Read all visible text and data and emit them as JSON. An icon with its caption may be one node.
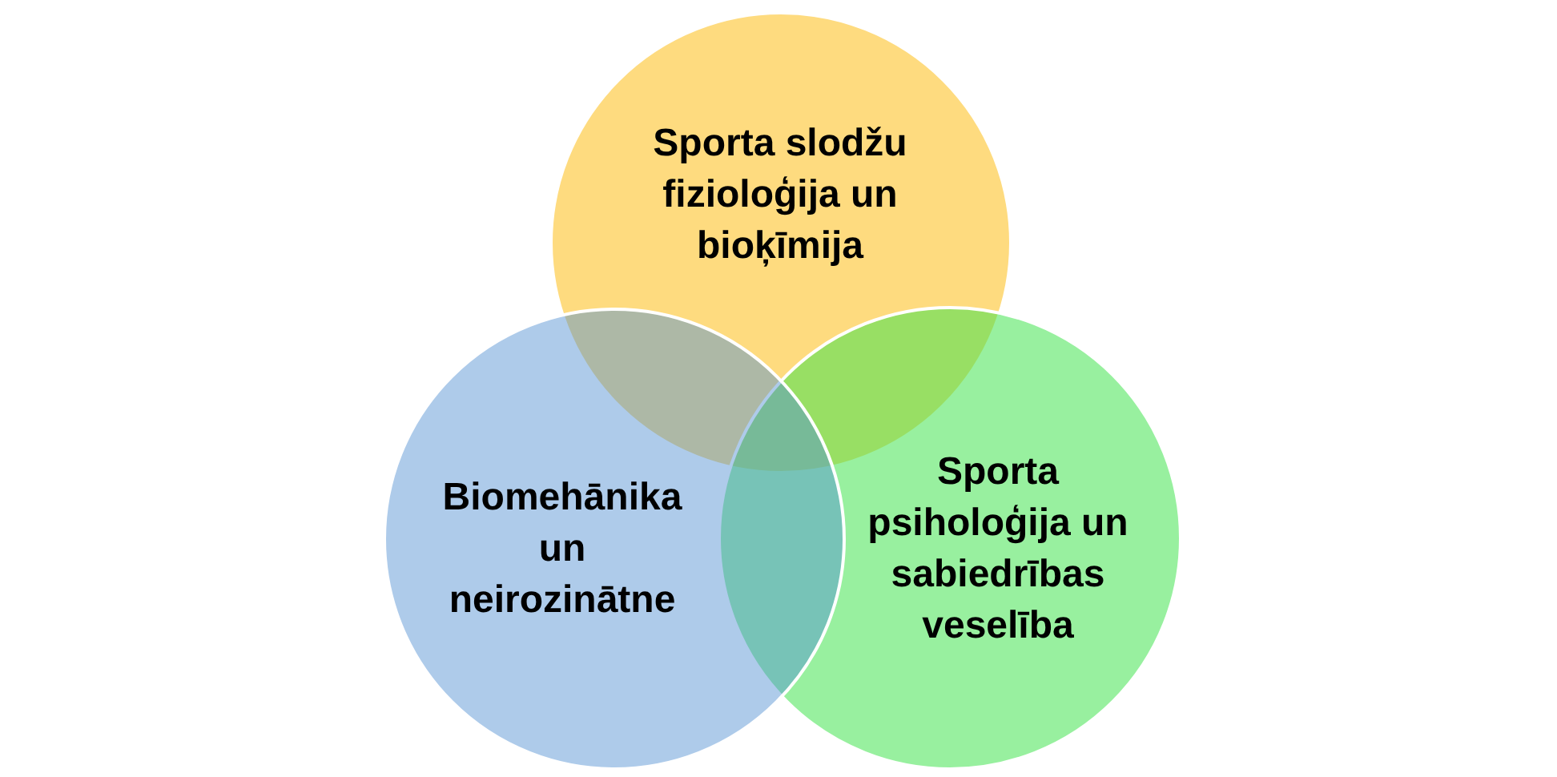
{
  "diagram": {
    "nodes": [
      {
        "text": [
          "Sporta slodžu fizioloģija un bioķīmija"
        ]
      },
      {
        "text": [
          "Biomehānika un neirozinātne"
        ]
      },
      {
        "text": [
          "Sporta psiholoģija un sabiedrības veselība"
        ]
      }
    ]
  }
}
